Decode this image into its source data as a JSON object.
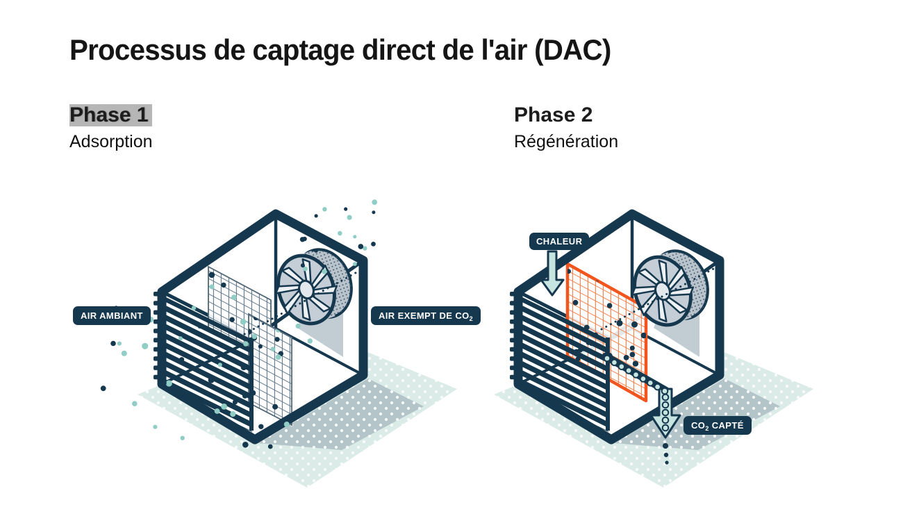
{
  "title": "Processus de captage direct de l'air (DAC)",
  "phases": [
    {
      "name": "Phase 1",
      "subtitle": "Adsorption"
    },
    {
      "name": "Phase 2",
      "subtitle": "Régénération"
    }
  ],
  "labels": {
    "air_ambiant": "AIR AMBIANT",
    "air_exempt_pre": "AIR EXEMPT DE CO",
    "air_exempt_sub": "2",
    "chaleur": "CHALEUR",
    "co2_capte_pre": "CO",
    "co2_capte_sub": "2",
    "co2_capte_post": " CAPTÉ"
  },
  "theme": {
    "navy": "#16384e",
    "teal": "#8fcdc5",
    "arrow-teal": "#c6e5e1",
    "ground": "#dbebe7",
    "shadow": "#b4c5c9",
    "orange": "#f2551e",
    "fan-grey": "#c5ced6",
    "grid-line": "#62798a",
    "text": "#151515"
  },
  "icons": {
    "fan": "fan-icon",
    "heat_arrow": "heat-arrow-icon",
    "co2_arrow": "co2-arrow-icon",
    "louvers": "louver-panel-icon",
    "filter": "filter-grid-icon",
    "ground": "dotted-ground-icon"
  }
}
